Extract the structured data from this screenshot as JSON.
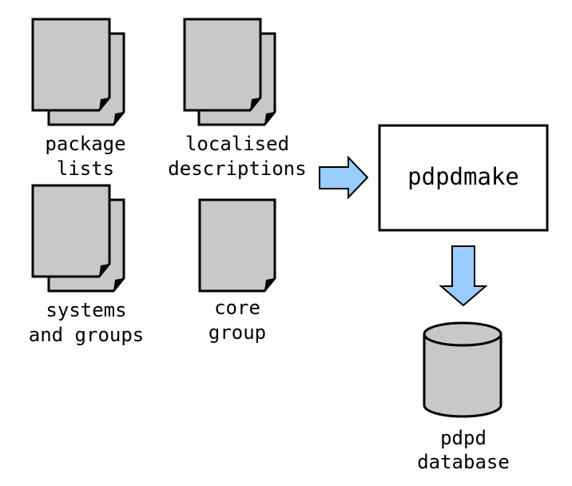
{
  "colors": {
    "page_fill": "#c8c8c8",
    "arrow_fill": "#99ccff",
    "box_fill": "#ffffff",
    "line": "#000000"
  },
  "inputs": {
    "package_lists": {
      "icon": "document-stack-icon",
      "line1": "package",
      "line2": "lists"
    },
    "localised_descriptions": {
      "icon": "document-stack-icon",
      "line1": "localised",
      "line2": "descriptions"
    },
    "systems_and_groups": {
      "icon": "document-stack-icon",
      "line1": "systems",
      "line2": "and groups"
    },
    "core_group": {
      "icon": "document-icon",
      "line1": "core",
      "line2": "group"
    }
  },
  "process": {
    "label": "pdpdmake"
  },
  "output": {
    "icon": "database-cylinder-icon",
    "line1": "pdpd",
    "line2": "database"
  },
  "arrows": {
    "to_process": "arrow-right-icon",
    "to_database": "arrow-down-icon"
  }
}
